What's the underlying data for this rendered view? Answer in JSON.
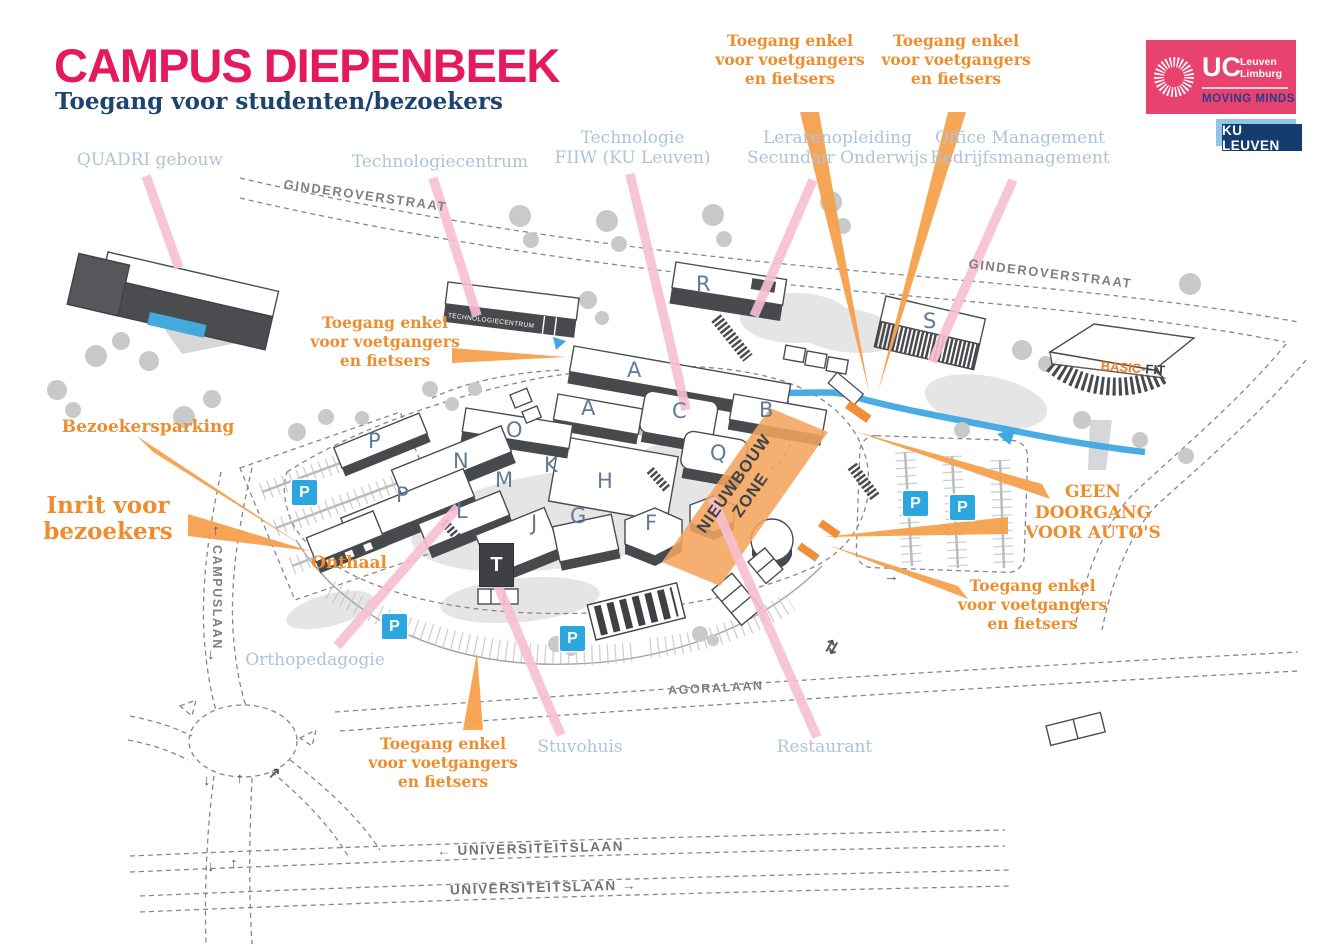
{
  "header": {
    "title": "CAMPUS DIEPENBEEK",
    "subtitle": "Toegang voor studenten/bezoekers"
  },
  "branding": {
    "ucll": {
      "abbr": "UC",
      "region1": "Leuven",
      "region2": "Limburg",
      "tagline": "MOVING MINDS"
    },
    "kuleuven": {
      "label": "KU LEUVEN"
    }
  },
  "colors": {
    "title_pink": "#E5195E",
    "navy": "#1E436F",
    "orange_text": "#EE8D2E",
    "orange_wedge": "#F5A14C",
    "label_blue": "#AFC3D7",
    "street_gray": "#7C8084",
    "stream_blue": "#41A8E1",
    "parking_blue": "#2BA6DF",
    "pink_leader": "#F7BFD3",
    "nieuwbouw_band": "#F3A45D"
  },
  "callouts": {
    "toegang_top_left": "Toegang enkel\nvoor voetgangers\nen fietsers",
    "toegang_top_right": "Toegang enkel\nvoor voetgangers\nen fietsers",
    "toegang_west": "Toegang enkel\nvoor voetgangers\nen fietsers",
    "toegang_east": "Toegang enkel\nvoor voetgangers\nen fietsers",
    "toegang_south": "Toegang enkel\nvoor voetgangers\nen fietsers",
    "bezoekersparking": "Bezoekersparking",
    "inrit": "Inrit voor\nbezoekers",
    "onthaal": "Onthaal",
    "geen_doorgang": "GEEN\nDOORGANG\nVOOR AUTO'S",
    "nieuwbouw_line1": "NIEUWBOUW",
    "nieuwbouw_line2": "ZONE"
  },
  "building_labels": {
    "quadri": "QUADRI gebouw",
    "technologiecentrum": "Technologiecentrum",
    "fiiw": "Technologie\nFIIW (KU Leuven)",
    "lerarenopleiding": "Lerarenopleiding\nSecundair Onderwijs",
    "office_management": "Office Management\nBedrijfsmanagement",
    "orthopedagogie": "Orthopedagogie",
    "stuvohuis": "Stuvohuis",
    "restaurant": "Restaurant"
  },
  "streets": {
    "ginderoverstraat_west": "GINDEROVERSTRAAT",
    "ginderoverstraat_east": "GINDEROVERSTRAAT",
    "campuslaan": "CAMPUSLAAN",
    "agoralaan": "AGORALAAN",
    "universiteitslaan_west": "← UNIVERSITEITSLAAN",
    "universiteitslaan_east": "UNIVERSITEITSLAAN →"
  },
  "map": {
    "letters": [
      "A",
      "A",
      "B",
      "C",
      "F",
      "G",
      "H",
      "J",
      "K",
      "L",
      "M",
      "N",
      "O",
      "P",
      "P",
      "Q",
      "R",
      "S"
    ],
    "tower_letter": "T",
    "parking_symbol": "P",
    "facade": {
      "technologiecentrum": "TECHNOLOGIECENTRUM",
      "basic": "BASIC-",
      "fit": "FIT"
    }
  },
  "icons": {
    "arrow_up": "↑",
    "arrow_down": "↓",
    "arrow_right": "→",
    "arrow_up_down": "⇅",
    "arrow_ne": "↗"
  }
}
